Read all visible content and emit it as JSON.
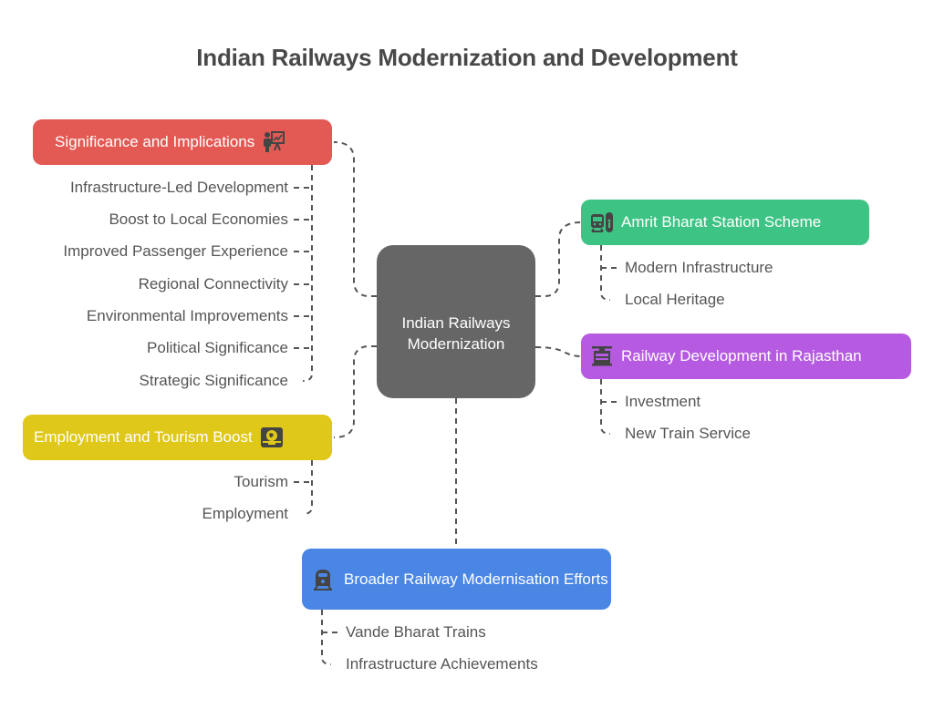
{
  "title": "Indian Railways Modernization and Development",
  "center": {
    "label": "Indian Railways Modernization"
  },
  "colors": {
    "significance": "#E35A55",
    "employment": "#DFC81A",
    "amrit": "#3DC484",
    "rajasthan": "#B65BE1",
    "broader": "#4A86E4",
    "center": "#666666",
    "connector": "#555555",
    "leaf_text": "#555555"
  },
  "branches": {
    "significance": {
      "label": "Significance and Implications",
      "icon": "presentation-icon",
      "items": [
        "Infrastructure-Led Development",
        "Boost to Local Economies",
        "Improved Passenger Experience",
        "Regional Connectivity",
        "Environmental Improvements",
        "Political Significance",
        "Strategic Significance"
      ]
    },
    "employment": {
      "label": "Employment and Tourism Boost",
      "icon": "travel-suitcase-icon",
      "items": [
        "Tourism",
        "Employment"
      ]
    },
    "amrit": {
      "label": "Amrit Bharat Station Scheme",
      "icon": "train-station-icon",
      "items": [
        "Modern Infrastructure",
        "Local Heritage"
      ]
    },
    "rajasthan": {
      "label": "Railway Development in Rajasthan",
      "icon": "tram-icon",
      "items": [
        "Investment",
        "New Train Service"
      ]
    },
    "broader": {
      "label": "Broader Railway Modernisation Efforts",
      "icon": "train-front-icon",
      "items": [
        "Vande Bharat Trains",
        "Infrastructure Achievements"
      ]
    }
  }
}
